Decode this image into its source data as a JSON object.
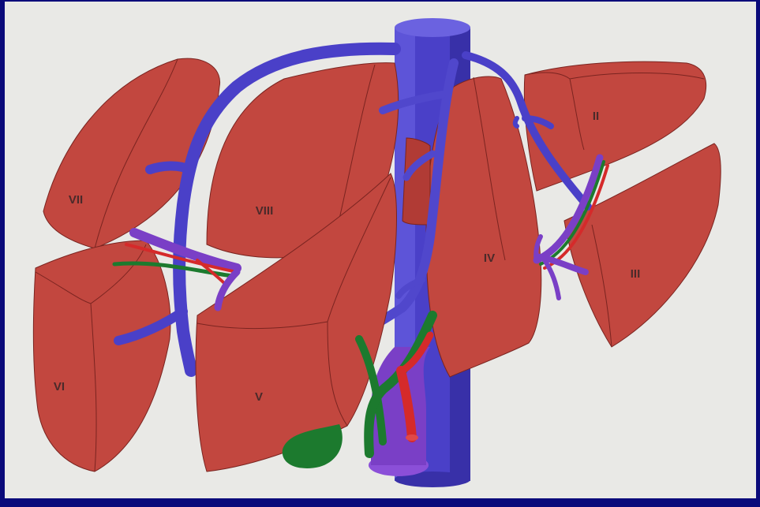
{
  "segments": {
    "ii": "II",
    "iii": "III",
    "iv": "IV",
    "v": "V",
    "vi": "VI",
    "vii": "VII",
    "viii": "VIII"
  },
  "colors": {
    "frame": "#0a0a7a",
    "background": "#e9e9e6",
    "liver": "#c2473f",
    "liver_face": "#b13b35",
    "vein": "#5147d0",
    "vein_dark": "#3b33a8",
    "portal": "#7a3fc6",
    "artery": "#d52a2a",
    "bile_duct": "#1c7a2e"
  }
}
